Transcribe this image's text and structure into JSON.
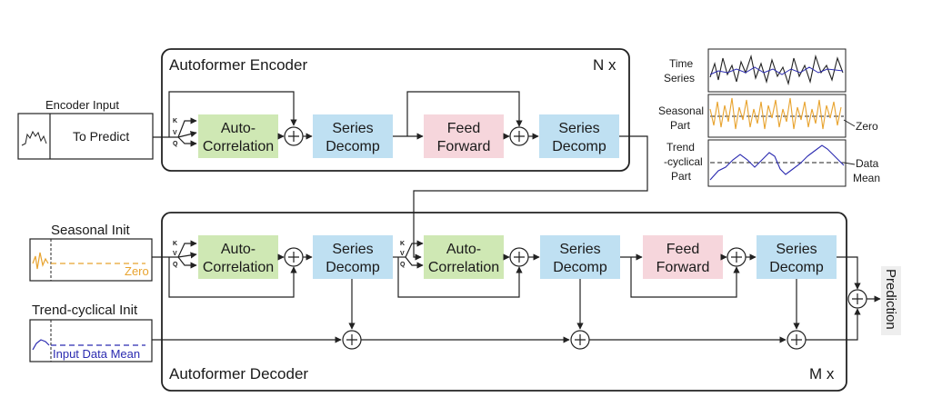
{
  "encoder": {
    "title": "Autoformer Encoder",
    "repeat": "N x",
    "input_label": "Encoder Input",
    "to_predict": "To Predict",
    "blocks": {
      "autocorr": [
        "Auto-",
        "Correlation"
      ],
      "decomp1": [
        "Series",
        "Decomp"
      ],
      "ff": [
        "Feed",
        "Forward"
      ],
      "decomp2": [
        "Series",
        "Decomp"
      ]
    }
  },
  "decoder": {
    "title": "Autoformer Decoder",
    "repeat": "M x",
    "seasonal_init": "Seasonal Init",
    "zero": "Zero",
    "trend_init": "Trend-cyclical Init",
    "input_data_mean": "Input Data Mean",
    "blocks": {
      "autocorr1": [
        "Auto-",
        "Correlation"
      ],
      "decomp1": [
        "Series",
        "Decomp"
      ],
      "autocorr2": [
        "Auto-",
        "Correlation"
      ],
      "decomp2": [
        "Series",
        "Decomp"
      ],
      "ff": [
        "Feed",
        "Forward"
      ],
      "decomp3": [
        "Series",
        "Decomp"
      ]
    }
  },
  "kvq": [
    "K",
    "V",
    "Q"
  ],
  "output": "Prediction",
  "legend": {
    "time_series": [
      "Time",
      "Series"
    ],
    "seasonal": [
      "Seasonal",
      "Part"
    ],
    "zero": "Zero",
    "trend": [
      "Trend",
      "-cyclical",
      "Part"
    ],
    "data_mean": [
      "Data",
      "Mean"
    ]
  },
  "colors": {
    "autocorr": "#cfe8b4",
    "decomp": "#bfe0f2",
    "ff": "#f6d6dc",
    "seasonal_line": "#e8a32e",
    "trend_line": "#2b2bb0"
  }
}
